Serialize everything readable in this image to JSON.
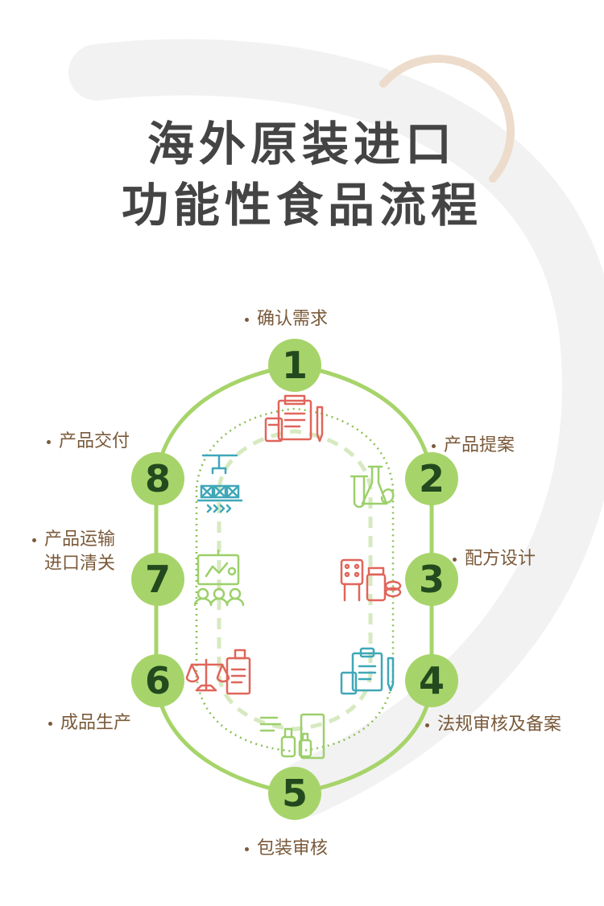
{
  "title": {
    "line1": "海外原装进口",
    "line2": "功能性食品流程"
  },
  "steps": [
    {
      "number": "1",
      "label": "确认需求"
    },
    {
      "number": "2",
      "label": "产品提案"
    },
    {
      "number": "3",
      "label": "配方设计"
    },
    {
      "number": "4",
      "label": "法规审核及备案"
    },
    {
      "number": "5",
      "label": "包装审核"
    },
    {
      "number": "6",
      "label": "成品生产"
    },
    {
      "number": "7",
      "label_line1": "产品运输",
      "label_line2": "进口清关"
    },
    {
      "number": "8",
      "label": "产品交付"
    }
  ],
  "colors": {
    "node_fill": "#a7d46a",
    "node_text": "#234a1e",
    "track": "#a7d46a",
    "label": "#7a5a3a",
    "title": "#444444",
    "icon_red": "#e0655a",
    "icon_green": "#9cd06a",
    "icon_blue": "#3fa7b8",
    "accent_arc": "#e8d5c2"
  },
  "icons": [
    "document-calculator-icon",
    "lab-flask-icon",
    "medicine-bottles-icon",
    "clipboard-calculator-icon",
    "packaging-bottles-icon",
    "scale-document-icon",
    "presentation-audience-icon",
    "conveyor-robot-arm-icon"
  ]
}
